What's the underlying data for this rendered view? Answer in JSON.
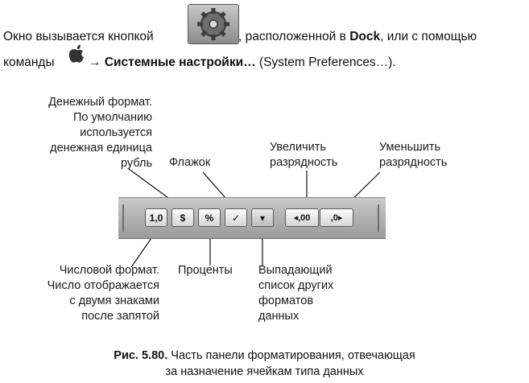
{
  "intro": {
    "line1_text": "Окно вызывается кнопкой",
    "line1_after": ", расположенной в",
    "dock": "Dock",
    "line1_end": ", или с помощью",
    "line2_start": "команды",
    "arrow": "→",
    "command": "Системные настройки…",
    "paren": "(System Preferences…)."
  },
  "labels": {
    "currency": [
      "Денежный формат.",
      "По умолчанию",
      "используется",
      "денежная единица",
      "рубль"
    ],
    "checkbox": "Флажок",
    "increase": [
      "Увеличить",
      "разрядность"
    ],
    "decrease": [
      "Уменьшить",
      "разрядность"
    ],
    "number": [
      "Числовой формат.",
      "Число отображается",
      "с двумя знаками",
      "после запятой"
    ],
    "percent": "Проценты",
    "dropdown": [
      "Выпадающий",
      "список других",
      "форматов",
      "данных"
    ]
  },
  "toolbar": {
    "number_btn": "1,0",
    "currency_btn": "$",
    "percent_btn": "%",
    "check_btn": "✓",
    "dropdown_btn": "▾",
    "increase_btn": "◂,00",
    "decrease_btn": ",0▸"
  },
  "caption": {
    "fig": "Рис. 5.80.",
    "line1": "Часть панели форматирования, отвечающая",
    "line2": "за назначение ячейкам типа данных"
  },
  "icons": {
    "gear": "gear-icon",
    "apple": "apple-icon"
  }
}
